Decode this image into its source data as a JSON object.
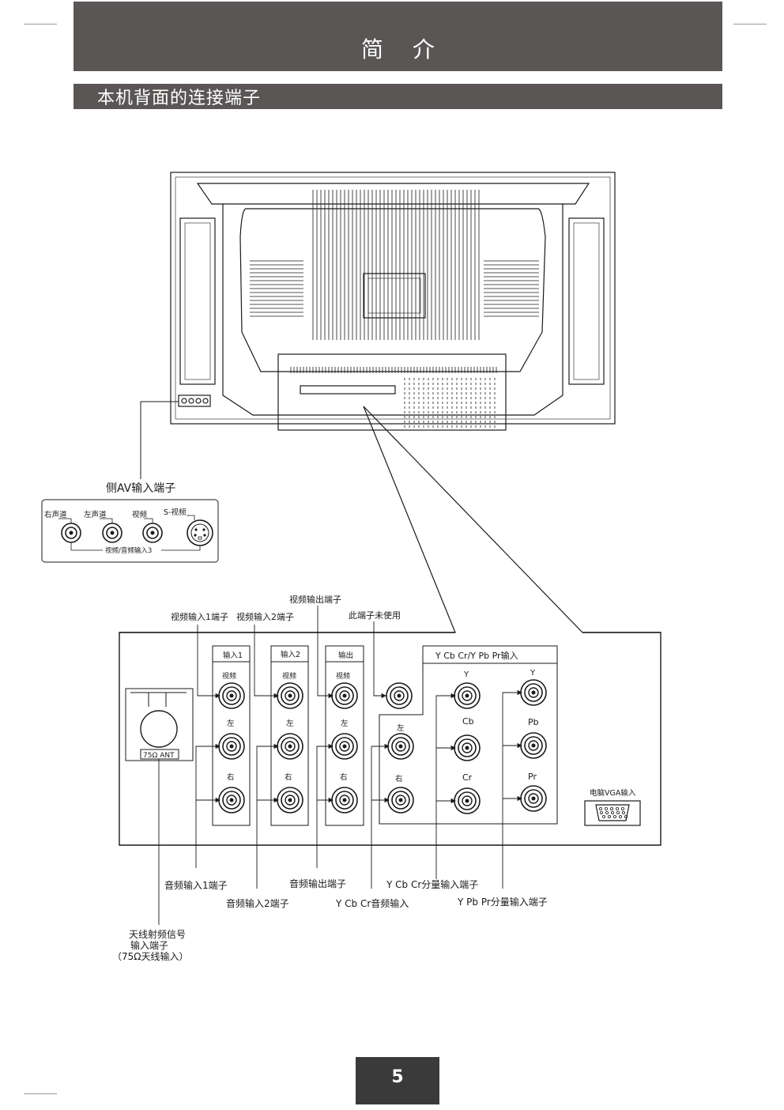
{
  "header": {
    "title": "简 介"
  },
  "section": {
    "title": "本机背面的连接端子"
  },
  "side_panel": {
    "title": "侧AV输入端子",
    "labels": [
      "右声道",
      "左声道",
      "视频",
      "S-视频"
    ],
    "group_label": "视频/音频输入3"
  },
  "rear_panel": {
    "group_labels": {
      "input1": "输入1",
      "input2": "输入2",
      "output": "输出",
      "component": "Y Cb Cr/Y Pb Pr输入"
    },
    "jack_labels": {
      "video": "视频",
      "left": "左",
      "right": "右",
      "y": "Y",
      "cb": "Cb",
      "cr": "Cr",
      "pb": "Pb",
      "pr": "Pr"
    },
    "antenna_label": "75Ω ANT",
    "vga_label": "电脑VGA输入"
  },
  "callouts": {
    "video_in1": "视频输入1端子",
    "video_in2": "视频输入2端子",
    "video_out": "视频输出端子",
    "unused": "此端子未使用",
    "audio_in1": "音频输入1端子",
    "audio_in2": "音频输入2端子",
    "audio_out": "音频输出端子",
    "ycbcr_audio": "Y Cb Cr音频输入",
    "ycbcr_component": "Y Cb Cr分量输入端子",
    "ypbpr_component": "Y Pb Pr分量输入端子",
    "antenna_line1": "天线射频信号",
    "antenna_line2": "输入端子",
    "antenna_line3": "（75Ω天线输入）"
  },
  "page": {
    "number": "5"
  }
}
